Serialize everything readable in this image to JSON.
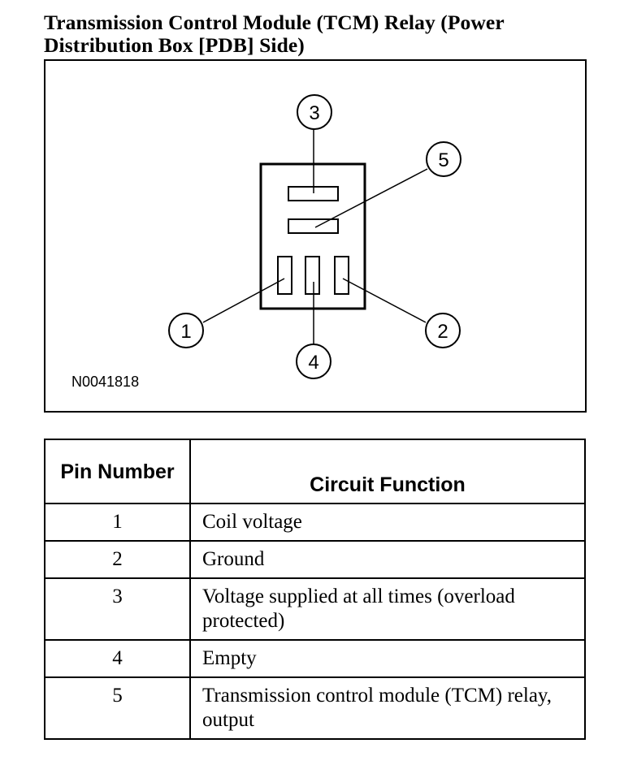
{
  "title": "Transmission Control Module (TCM) Relay (Power Distribution Box [PDB] Side)",
  "diagram": {
    "figure_id": "N0041818",
    "pin_callouts": [
      "3",
      "5",
      "1",
      "4",
      "2"
    ]
  },
  "table": {
    "headers": {
      "pin": "Pin Number",
      "function": "Circuit Function"
    },
    "rows": [
      {
        "pin": "1",
        "function": "Coil voltage"
      },
      {
        "pin": "2",
        "function": "Ground"
      },
      {
        "pin": "3",
        "function": "Voltage supplied at all times (overload protected)"
      },
      {
        "pin": "4",
        "function": "Empty"
      },
      {
        "pin": "5",
        "function": "Transmission control module (TCM) relay, output"
      }
    ]
  }
}
